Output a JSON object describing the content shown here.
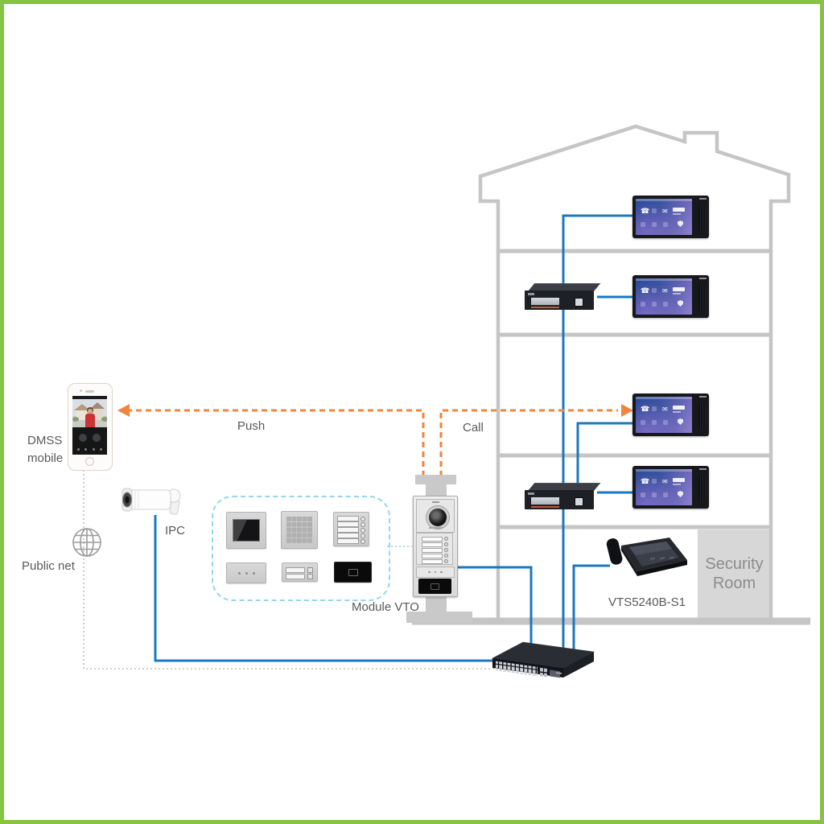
{
  "labels": {
    "dmss_line1": "DMSS",
    "dmss_line2": "mobile",
    "push": "Push",
    "call": "Call",
    "public_net": "Public net",
    "ipc": "IPC",
    "module_vto": "Module VTO",
    "vts_model": "VTS5240B-S1",
    "security_line1": "Security",
    "security_line2": "Room"
  },
  "colors": {
    "frame_green": "#85C440",
    "line_blue": "#1A78C2",
    "line_orange": "#F0853C",
    "building_gray": "#C5C5C5",
    "label_gray": "#595959",
    "room_fill": "#D7D7D7",
    "room_text": "#8C8C8C",
    "module_box_dash": "#93D7EF"
  },
  "icons": [
    "phone-icon",
    "message-icon",
    "shield-icon",
    "clock-display",
    "globe-icon",
    "camera-lens-icon",
    "card-reader-icon",
    "speaker-grille",
    "push-arrow-icon",
    "call-arrow-icon"
  ]
}
